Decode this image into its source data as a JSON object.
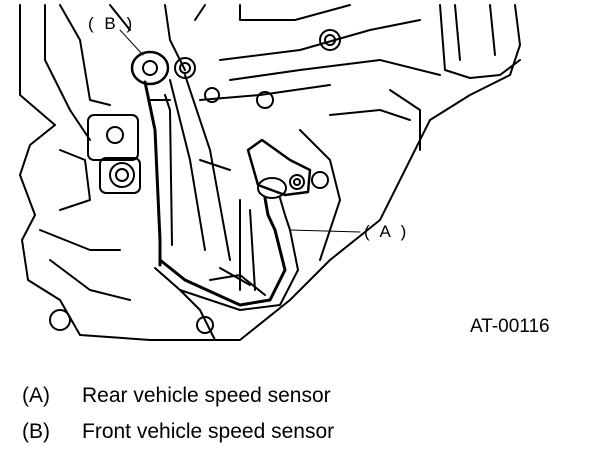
{
  "figure": {
    "callout_a": "( A )",
    "callout_b": "( B )",
    "figure_id": "AT-00116"
  },
  "legend": {
    "items": [
      {
        "key": "(A)",
        "label": "Rear vehicle speed sensor"
      },
      {
        "key": "(B)",
        "label": "Front vehicle speed sensor"
      }
    ]
  }
}
